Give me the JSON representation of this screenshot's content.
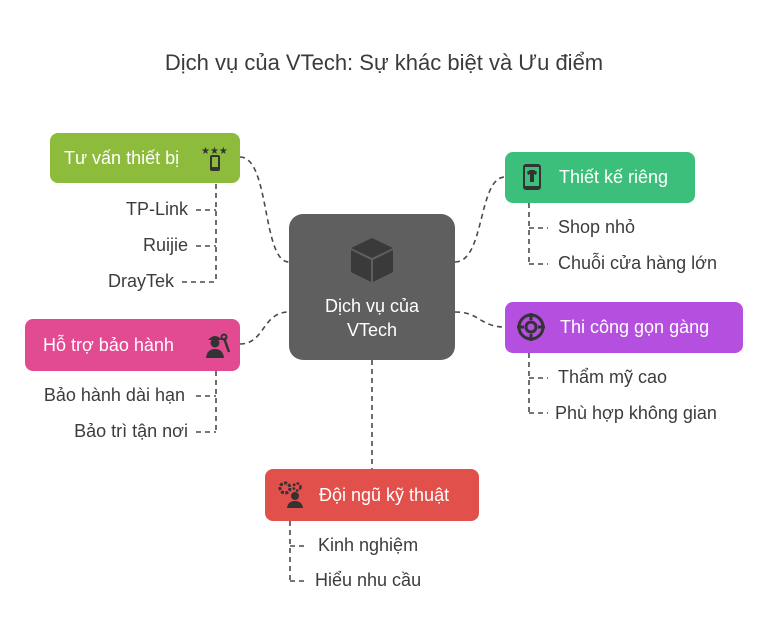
{
  "title": "Dịch vụ của VTech: Sự khác biệt và Ưu điểm",
  "center": {
    "label": "Dịch vụ của VTech",
    "icon": "cube-icon",
    "color": "#5f5f5f"
  },
  "branches": {
    "tu_van": {
      "label": "Tư vấn thiết bị",
      "color": "#8dbb3c",
      "icon": "phone-rating-icon",
      "items": [
        "TP-Link",
        "Ruijie",
        "DrayTek"
      ]
    },
    "ho_tro": {
      "label": "Hỗ trợ bảo hành",
      "color": "#e24b92",
      "icon": "technician-icon",
      "items": [
        "Bảo hành dài hạn",
        "Bảo trì tận nơi"
      ]
    },
    "thiet_ke": {
      "label": "Thiết kế riêng",
      "color": "#3cbf7a",
      "icon": "phone-shirt-icon",
      "items": [
        "Shop nhỏ",
        "Chuỗi cửa hàng lớn"
      ]
    },
    "thi_cong": {
      "label": "Thi công gọn gàng",
      "color": "#b44fe0",
      "icon": "target-icon",
      "items": [
        "Thẩm mỹ cao",
        "Phù hợp không gian"
      ]
    },
    "doi_ngu": {
      "label": "Đội ngũ kỹ thuật",
      "color": "#e2504c",
      "icon": "gears-person-icon",
      "items": [
        "Kinh nghiệm",
        "Hiểu nhu cầu"
      ]
    }
  }
}
